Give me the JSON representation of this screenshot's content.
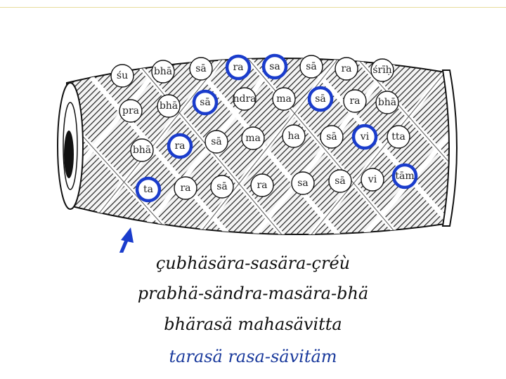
{
  "syllables": [
    {
      "text": "śu",
      "highlight": false
    },
    {
      "text": "bhā",
      "highlight": false
    },
    {
      "text": "sā",
      "highlight": false
    },
    {
      "text": "ra",
      "highlight": true
    },
    {
      "text": "sa",
      "highlight": true
    },
    {
      "text": "sā",
      "highlight": false
    },
    {
      "text": "ra",
      "highlight": false
    },
    {
      "text": "śrīḥ",
      "highlight": false
    },
    {
      "text": "pra",
      "highlight": false
    },
    {
      "text": "bhā",
      "highlight": false
    },
    {
      "text": "sā",
      "highlight": true
    },
    {
      "text": "ndra",
      "highlight": false
    },
    {
      "text": "ma",
      "highlight": false
    },
    {
      "text": "sā",
      "highlight": true
    },
    {
      "text": "ra",
      "highlight": false
    },
    {
      "text": "bhā",
      "highlight": false
    },
    {
      "text": "bhā",
      "highlight": false
    },
    {
      "text": "ra",
      "highlight": true
    },
    {
      "text": "sā",
      "highlight": false
    },
    {
      "text": "ma",
      "highlight": false
    },
    {
      "text": "ha",
      "highlight": false
    },
    {
      "text": "sā",
      "highlight": false
    },
    {
      "text": "vi",
      "highlight": true
    },
    {
      "text": "tta",
      "highlight": false
    },
    {
      "text": "ta",
      "highlight": true
    },
    {
      "text": "ra",
      "highlight": false
    },
    {
      "text": "sā",
      "highlight": false
    },
    {
      "text": "ra",
      "highlight": false
    },
    {
      "text": "sa",
      "highlight": false
    },
    {
      "text": "sā",
      "highlight": false
    },
    {
      "text": "vi",
      "highlight": false
    },
    {
      "text": "tām",
      "highlight": true
    }
  ],
  "verse": {
    "line1": "çubhäsära-sasära-çréù",
    "line2": "prabhä-sändra-masära-bhä",
    "line3": "bhärasä mahasävitta",
    "line4": "tarasä rasa-sävitäm"
  },
  "colors": {
    "highlight_ring": "#1a3ccc",
    "last_line": "#1a3a9c",
    "arrow": "#1a3ccc"
  }
}
